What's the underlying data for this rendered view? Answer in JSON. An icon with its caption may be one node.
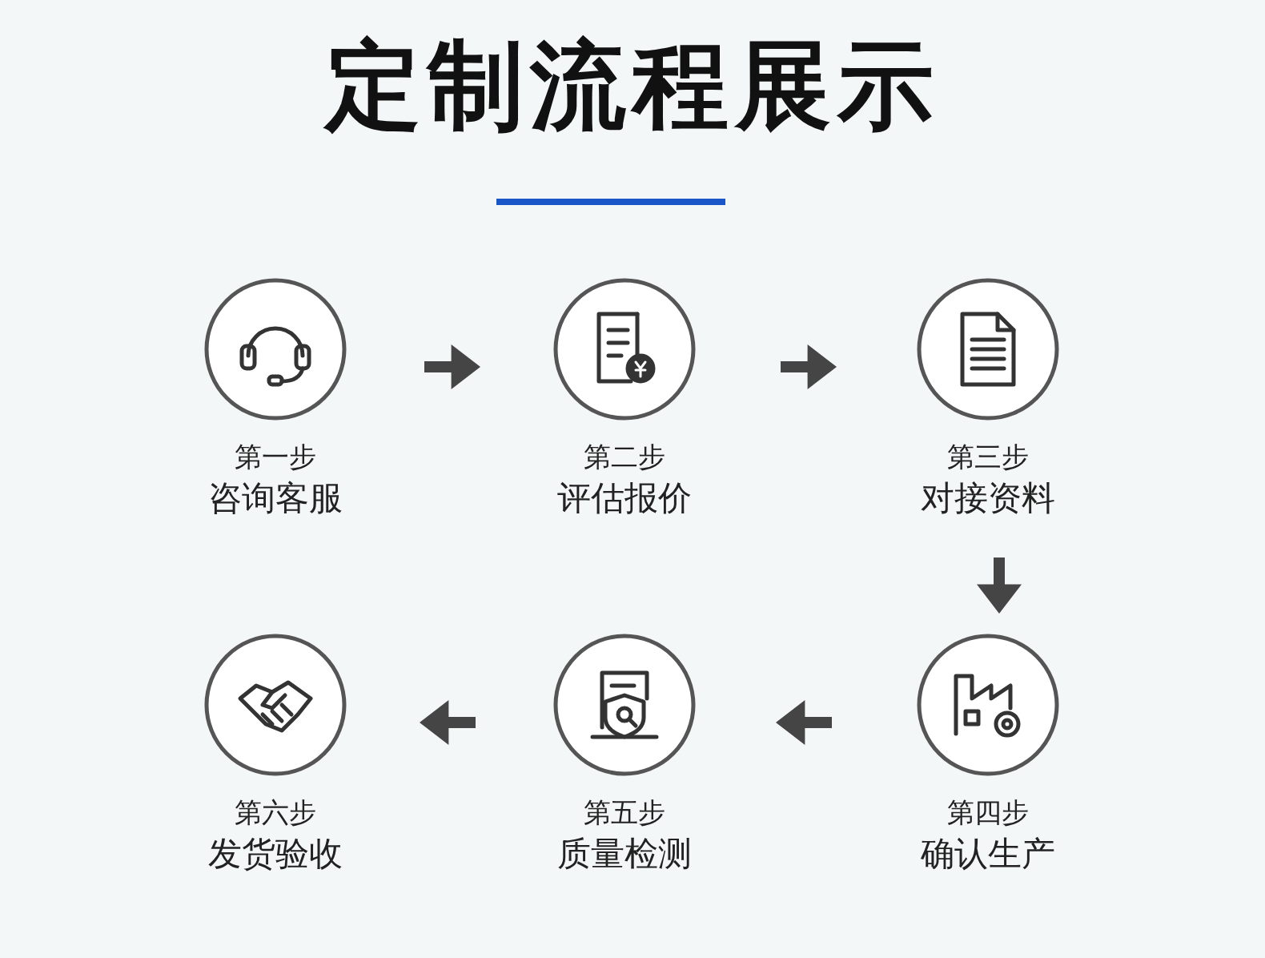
{
  "diagram": {
    "title": "定制流程展示",
    "nodes": [
      {
        "text": [
          "第一步",
          "咨询客服"
        ]
      },
      {
        "text": [
          "第二步",
          "评估报价"
        ]
      },
      {
        "text": [
          "第三步",
          "对接资料"
        ]
      },
      {
        "text": [
          "第四步",
          "确认生产"
        ]
      },
      {
        "text": [
          "第五步",
          "质量检测"
        ]
      },
      {
        "text": [
          "第六步",
          "发货验收"
        ]
      }
    ],
    "edges": [
      {
        "from": 0,
        "to": 1,
        "arrow": "to"
      },
      {
        "from": 1,
        "to": 2,
        "arrow": "to"
      },
      {
        "from": 2,
        "to": 3,
        "arrow": "to"
      },
      {
        "from": 3,
        "to": 4,
        "arrow": "to"
      },
      {
        "from": 4,
        "to": 5,
        "arrow": "to"
      }
    ]
  }
}
